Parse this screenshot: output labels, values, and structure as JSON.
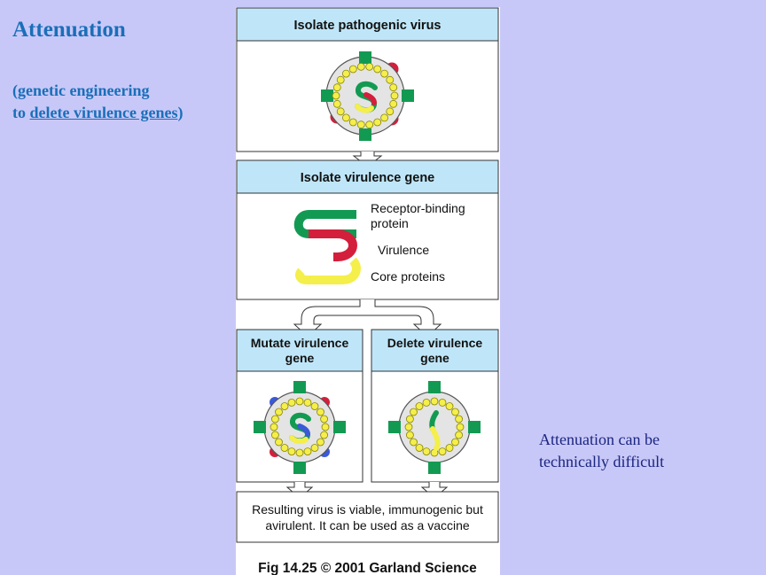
{
  "slide": {
    "title": "Attenuation",
    "subtitle_line1": "(genetic engineering",
    "subtitle_line2_prefix": "to ",
    "subtitle_line2_link": "delete virulence genes",
    "subtitle_line2_suffix": ")",
    "side_note_line1": "Attenuation can be",
    "side_note_line2": "technically difficult"
  },
  "figure": {
    "box1_header": "Isolate pathogenic virus",
    "box2_header": "Isolate virulence gene",
    "gene_labels": {
      "receptor_line1": "Receptor-binding",
      "receptor_line2": "protein",
      "virulence": "Virulence",
      "core": "Core proteins"
    },
    "box3_header_line1": "Mutate virulence",
    "box3_header_line2": "gene",
    "box4_header_line1": "Delete virulence",
    "box4_header_line2": "gene",
    "result_line1": "Resulting virus is viable, immunogenic but",
    "result_line2": "avirulent. It can be used as a vaccine",
    "caption": "Fig 14.25  © 2001 Garland Science"
  },
  "colors": {
    "background": "#c8c8f8",
    "header_fill": "#bfe6f8",
    "green": "#139a52",
    "red": "#d41f3c",
    "yellow": "#f4ef4a",
    "blue": "#3a5ad8",
    "title_blue": "#1a6fb8",
    "note_navy": "#1a2580"
  }
}
